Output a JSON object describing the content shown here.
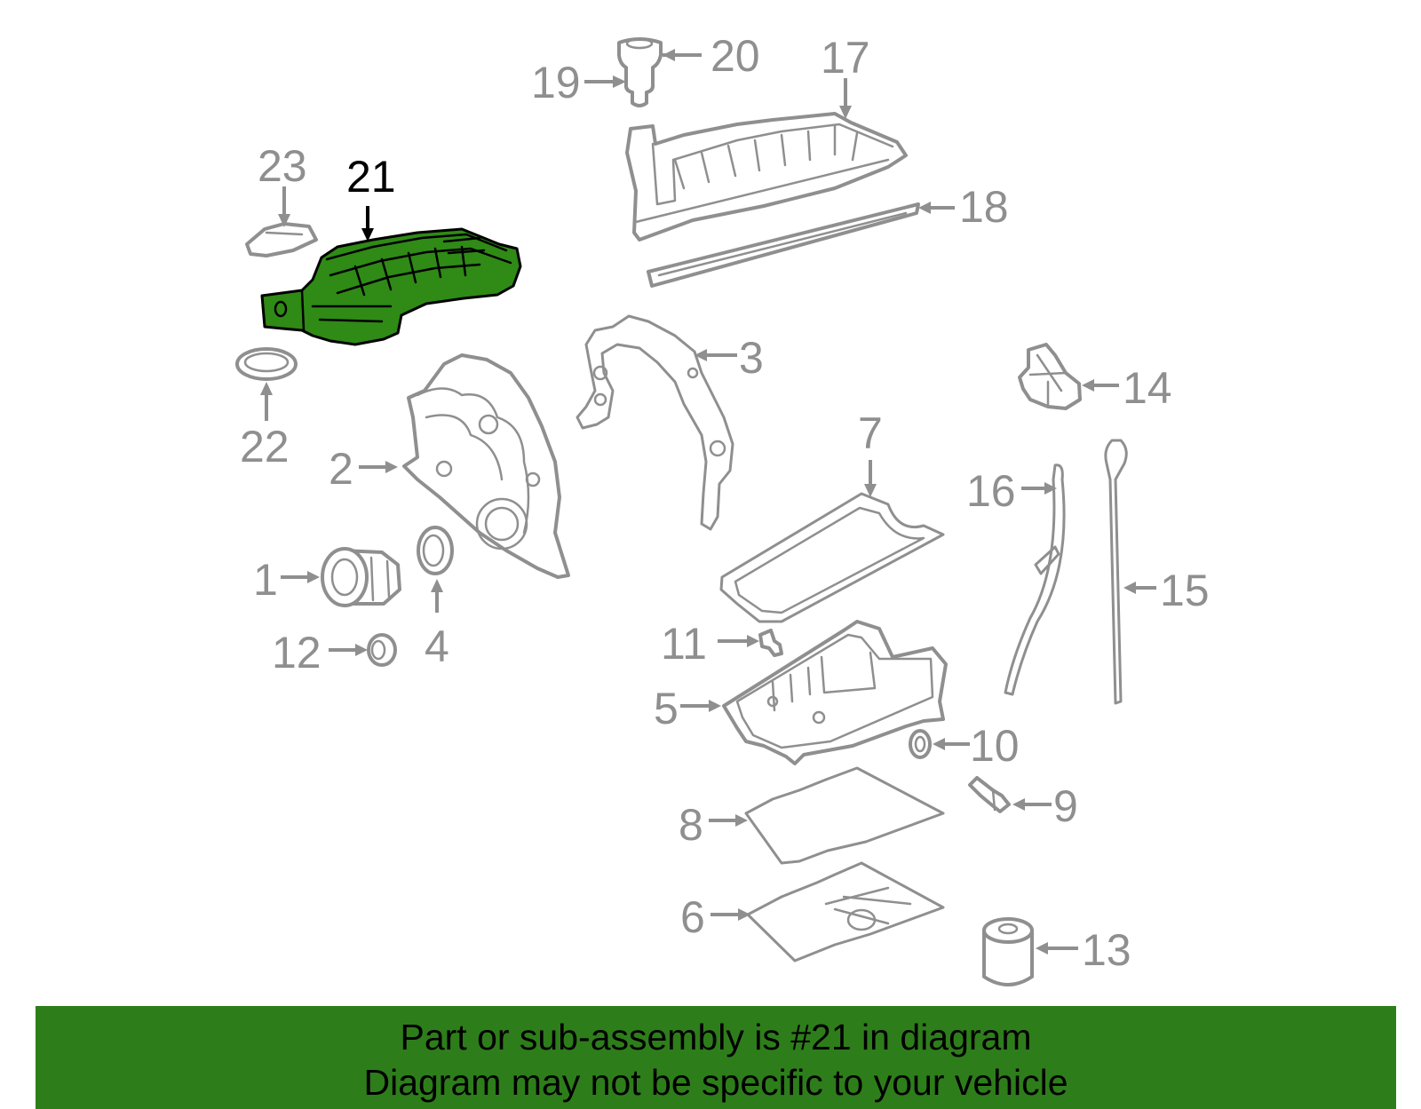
{
  "diagram": {
    "highlighted_part": "21",
    "labels": {
      "p1": "1",
      "p2": "2",
      "p3": "3",
      "p4": "4",
      "p5": "5",
      "p6": "6",
      "p7": "7",
      "p8": "8",
      "p9": "9",
      "p10": "10",
      "p11": "11",
      "p12": "12",
      "p13": "13",
      "p14": "14",
      "p15": "15",
      "p16": "16",
      "p17": "17",
      "p18": "18",
      "p19": "19",
      "p20": "20",
      "p21": "21",
      "p22": "22",
      "p23": "23"
    },
    "colors": {
      "highlight_fill": "#2f8a16",
      "outline_gray": "#8f8f8f",
      "banner_green": "#2e7d1b"
    }
  },
  "banner": {
    "line1": "Part or sub-assembly is #21 in diagram",
    "line2": "Diagram may not be specific to your vehicle"
  }
}
